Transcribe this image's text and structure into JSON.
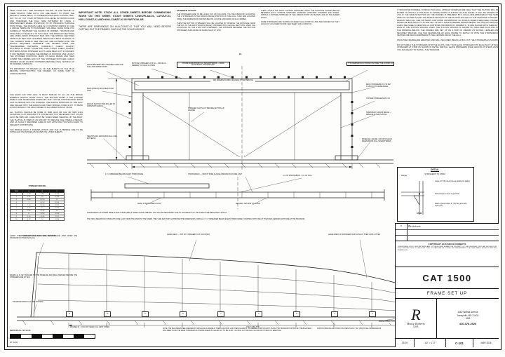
{
  "top_notes": {
    "col1": "KEEP YOUR FULL SIZE PATTERNS ROLLED UP AND SEALED IN THEIR PLASTIC TUBE UNTIL YOU ARE READY TO START THE PROJECT.  WHEN READY TO COMMENCE BUILDING CHOOSE A DRY DAY TO LAY OUT YOUR PATTERNS ON A LEVEL PLYWOOD FLOOR AND TRANSFER THE FULL SIZE PATTERNS BY USING A DRESSMAKERS WHEEL (PLYWOOD) OR BY PUNCHING THROUGH ONTO STEEL.  THE RADIUS CHINE IS A CONSTANT RADIUS SO USE A CIRCLE TEMPLATE TO TRANSFER THIS AREA.  MAKE SURE YOU CAREFULLY TRANSFER THE SHAPES OF FRAMES, TRANSOM AND STEM AND CUT EXACTLY TO THE LINES.  THE STRAIGHT SECTIONS ARE MADE FROM STRAIGHT BAR AND THE RADIUS SECTIONS FROM FLAT BAR THAT HAS BEEN PREVIOUSLY BENT ON EDGE TO THE CORRECT RADIUS.  SEE THE FULL SIZE PATTERNS FOR THE RADIUS REQUIRED.  ASSEMBLE THE FRAMES OVER THE TRANSFERRED PATTERNS, CAREFULLY CHECK AGAINST PATTERNS AT EVERY STAGE AND GIVE A FINAL CHECK AGAINST PATTERNS AFTER STRINGER SLOTS HAVE BEEN CUT IN FRAMES.  IT MAY BE BEST TO MAKE THE FRAMES IN POSITION AND LAYOUT THE STRINGER POSITIONS, MARK ON EACH FRAME AND THEN LOWER THE FRAMES AND CUT THE STRINGER NOTCHES.  CHECK FRAMES AGAIN AGAINST PATTERNS BEFORE FINAL SETTING UP OF FRAMES, STEM ETC.",
    "col1b": "ITS IMPORTANT TO REVIEW ALL OF THE SHEETS OF THE PLAN BEFORE CONSTRUCTING THE FRAMES, AS SOME VARY IN CONFIGURATION.",
    "col2_title": "IMPORTANT NOTE: STUDY ALL OTHER SHEETS BEFORE COMMENCING WORK ON THIS SHEET.  STUDY SHEETS LINES/PLAN-01, LAYOUT-01, HULLCONST-01 AND HULLCONST-02 IN PARTICULAR.",
    "col2_body": "THERE ARE DIMENSIONS ON HULLCONST-01 THAT YOU WILL NEED BEFORE CUTTING OUT THE FRAMES, SUCH AS THE SCALE HEIGHT.",
    "col3_title": "STRINGER LAYOUT:",
    "col3_p1": "THE STRINGERS ARE TO BE LAYED OUT AS FOLLOWS.  YOU WILL BEGIN BY LOCATING THE 2 STRINGERS IN THE RADIUS (BILGE) PORTION OF THE HULL.  THEY ARE LOCATED USING THE DIMENSIONS SHOWN BELOW.  LOCATE AND MARK ON ALL FRAMES.",
    "col3_p2": "THEN THE BOTTOM STRINGERS WILL BE LOCATED BY DIVIDING THE DISTANCE FROM THE CVL TO THE FIRST RADIUS (BILGE) STRINGER INTO 4 EQUAL SECTIONS.  MARK THE LOCATIONS OF THE 3 BOTTOM STRINGERS.  THE DISTANCE BETWEEN THE BOTTOM STRINGERS SHOULD BE NO MORE THAN 10\" (254).",
    "col4_p1": "THEN LOCATE THE FIRST TOPSIDE STRINGER USING THE DISTANCE SHOWN BELOW BETWEEN EACH TOPSIDE STRINGER, WORKING UPWARDS TOWARDS THE SHEER.  INSTALL A TOPSIDE STRINGER AT THE RADIUS POINT AS SHOWN, AND AT THE SHEER POINT.",
    "col4_p2": "SOME STRINGERS ARE SHOWN ON SHEET HULLCONST-01 AND ARE SPACED SO THEY ALSO ACT AS A DEEP FLOOR, SEE SHEET HULLCONST-02.",
    "col5": "IT WOULD BE POSSIBLE TO BUILD THIS HULL UPRIGHT HOWEVER WE FEEL THAT THE PLATING WILL BE EASIER TO INSTALL IF THE BOAT IS UPSIDE DOWN AS SHOWN ON THIS SHEET.  IT WILL BE EASIER FOR YOU IF THE RADIUS SECTION OF THE FRAMES IS PRE-BENT BY A LOCAL BOILERMAKER AT THE SAME TIME AS YOU ARE HAVING THE RADIUS SECTION OF THE PLATING ROLLED TO THE SPECIFIED CONSTANT RADIUS.  SEE FULL SIZE PATTERNS FOR MORE INFORMATION ON RADIUS PANELS REQUIRED.  FRAMES FROM THE BOW BACK TO #2 ARE SET UP WITH THEIR FORWARD EDGES BEHIND THE STATION SPACING LINES, SEE SHEET LINES/PLAN-01 FOR MORE INFORMATION.  FRAMES 3 - 11 ARE PLACED WITH THEIR AFT FACE AT THE STATION SPACING LINES.  THE STATION SPACING IS SHOWN ON THE LINES PLAN AND ON THE DRAWING BELOW.  THE FRAMES ARE SET UP ON A PAIR OF I-BEAMS AS SHOWN, LEVELED AND SECURELY BRACED.  USE THE CENTERLINE OF EACH FRAME TO MATCH UP WITH THE STRONGBACK CENTERLINE WHICH REPRESENTS THE CENTERLINE OF THE HULL.",
    "col5b": "ONCE THE FRAMES ARE ERECTED AND WELL SECURED, BEGIN LAYING OUT THE STRINGERS AS SHOWN.",
    "col5c": "DO NOT WELD THE STRINGERS INTO THE SLOTS, ONLY TACK EACH STRINGER INTO EACH SLOT.  ATTACH STRINGERS AT STEM AS SHOWN IN DETAIL SKETCH.  LEAVE STRINGERS OVER LENGTH AT STERN UNTIL YOU ARE READY TO INSTALL THE TRANSOM."
  },
  "left_notes": {
    "p1": "THE EURO CAT 1500 HULL IS BUILT SIMILAR TO ALL OF THE BRUCE ROBERTS RADIUS CHINE HULLS.  THE BOTTOM PANEL & THE TOPSIDE PANELS ARE DEVELOPED SURFACES AND CAN BE CONSTRUCTED FROM FLAT ALUMINUM WITH NO FORMING.  THE RADIUS PORTIONS OF THE HULL ARE ROLLED INTO THE RADIUS AND THEN SPRUNG FORE & AFT TO BEND LONGITUDINALLY, OR ARE FORMED IN ALL DIRECTIONS AT ONCE.",
    "p2": "ALL PLATING SHOULD BE DONE IN 5086 H116 OR H32 OR 5083 H321 ALUMINUM.  FLAT BARS AND T'S CAN BE 6061 T6 IF NECESSARY BUT COULD ALSO BE 5086 H32.  CARE MUST BE TAKEN WHEN WELDING UP THE BOAT.  THE PLATING IS USED IN AN EFFORT TO REDUCE THE OVERALL WEIGHT, AND AS SUCH IT REQUIRES CARE IN NOT APPLYING TOO MUCH HEAT TO PREVENT DISTORTIONS.",
    "p3": "THE BRIDGE DECK & FRAMES WITHIN AND THE FLYBRIDGE ARE TO BE INSTALLED ON FRAMES AS SHOWN ON LATER SHEETS."
  },
  "stringer_table": {
    "title": "STRINGER SPACING",
    "headers": [
      "FRM",
      "A",
      "B",
      "C"
    ],
    "rows": [
      [
        "1",
        "6 1/4",
        "9 3/4",
        "12 1/2"
      ],
      [
        "2",
        "6 1/2",
        "10",
        "12 3/4"
      ],
      [
        "3",
        "6 3/4",
        "10 1/4",
        "13"
      ],
      [
        "4",
        "7",
        "10 1/2",
        "13 1/4"
      ],
      [
        "5",
        "7 1/4",
        "10 3/4",
        "13 1/2"
      ],
      [
        "6",
        "7 1/2",
        "11",
        "13 3/4"
      ],
      [
        "7",
        "7 3/4",
        "11 1/4",
        "14"
      ],
      [
        "8",
        "8",
        "11 1/2",
        "14 1/4"
      ],
      [
        "9",
        "8 1/4",
        "11 3/4",
        "14 1/2"
      ],
      [
        "10",
        "8 1/2",
        "12",
        "14 3/4"
      ]
    ]
  },
  "frame_view": {
    "callouts": [
      "SPACE BETWEEN B5 STRINGERS USED FOR FUEL AND WATER TANKS",
      "BOTTOM STRINGERS 25 X 50 — MOVE AS NEEDED TO CLEAR FLOORS",
      "FRAME MADE FROM FULL SIZE PATTERNS — MAKE BULKHEADS THE SAME WAY",
      "THIS DIMENSION IS SHOWN ON SHEET HULLCONST-01",
      "MAIN (RADIUS) BULKHEAD JOINT LINE",
      "RADIUS SECTION PRE-ROLLED TO CONSTANT RADIUS",
      "STRINGER SLOTS CUT BEFORE SETTING UP FRAMES",
      "DECK STRINGERS 25 X 50 SET FLUSH WITH FRAME EDGE",
      "TOPSIDE STRINGERS 25 X 50",
      "TEMPORARY CROSS BRACE — REMOVE AFTER PLATING",
      "HEIGHTS OFF GRID FROM FULL SIZE PATTERNS",
      "BASELINE / GRADE / DATUM LINE ON FRAME FROM FULL SIZE PATTERNS",
      "CL",
      "SET FRAMES PLUMB & SQUARE TO CENTERLINE"
    ]
  },
  "strongback_view": {
    "callouts": [
      "4 X 4 SPREADER BEAMS EVERY THIRD FRAME",
      "STRONGBACK — (MIN) 8\" WIDE FLANGE I-BEAMS RUN FORE & AFT",
      "LEVEL IN BOTH DIRECTIONS",
      "SECURE / ANCHOR TO FLOOR",
      "CL OF STRONGBACK = CL OF HULL"
    ],
    "note1": "STRONGBACK AS SHOWN HERE IS BUILT FROM (MIN) 8\" WIDE FLANGE I-BEAMS.  THIS WILL BE NECESSARY DUE TO THE WEIGHT OF THE STRUCTURE BEING BUILT ATOP IT.",
    "note2": "THE TWO I-BEAMS RUN STRAIGHT FORE & AFT FROM THE STEM TO THE STERN.  THEY ARE SET PORT & STBD PER THE DIMENSIONS.  INSTALL 4\" X 4\" SPREADER BEAMS EVERY THIRD FRAME, STARTING WITH ONE AT THE STEM & ENDING WITH ONE AT THE TRANSOM."
  },
  "profile_view": {
    "callouts": [
      "AFT CABIN STRINGERS DOVETAIL AS SHOWN",
      "LEVEL DECK — TOP OF STRINGERS CUT AS SHOWN",
      "LEAVE ENDS OF STRINGERS RUN LONG AT STEM UNTIL FITTED",
      "STEM FROM FULL SIZE PATTERN",
      "TRANSOM FROM FULL SIZE PATTERN",
      "FRAMES #1 - 6 DO NOT NEED FULL VENT HOLES",
      "GUSSET HULL TO STEM BACK TO FRAME 4",
      "17 3/4\" (450) TYP",
      "STATION SPACING AS SHOWN ON LINES PLAN 17 3/4\" (450) ON ALL FRAME DECKS"
    ],
    "left_note1": "CARRY THE STRINGERS AFT PAST THE TRANSOM AND TRIM AFTER THE TRANSOM IS FITTED IN PLACE.",
    "left_note2": "FRAME 11 IS SET SQUARE TO THE BASELINE AND WELL BRACED BEFORE THE STRINGERS ARE FITTED.",
    "stations": [
      "11",
      "10",
      "9",
      "8",
      "7",
      "6",
      "5",
      "4",
      "3",
      "2",
      "1"
    ]
  },
  "detail": {
    "title": "DETAIL",
    "subtitle": "STRINGERS TO STEM",
    "labels": [
      "Stringer",
      "Leave 1/4\" (6) proud to keep landing for plating",
      "Weld stringer to stem & grind fair",
      "Make a gusset about 3\" (75) long and weld clean joint",
      "STEM"
    ]
  },
  "bottom_note": "NOTE: THE BULKHEADS ARE CHECKED BY INSTALLING A FRAME AT THEIR LOCATION, AND THEN FILLING IN THE NEEDED PORTION WITH PLATE.  THE TRANSOM PORTION OF THE BULKHEAD WILL NEED TO BE THE SAME THICKNESS AS THE BULKHEAD IS CALLED OUT TO BE.  ALSO, YOU WILL NOT INSTALL A FLOOR OR IT PRIOR TO ERECTING.",
  "scale_bar": {
    "title": "IMPERIAL SCALE",
    "ticks": [
      "0",
      "6",
      "12",
      "18",
      "24",
      "30",
      "36",
      "42",
      "48"
    ],
    "caption": "48\" (1219)"
  },
  "title_block": {
    "rev_hash": "#",
    "rev_title": "Revisions",
    "copyright": "COPYRIGHT 2016  BRUCE ROBERTS",
    "license": "THESE PLANS & FULL SIZE PATTERNS ARE COPYRIGHT AND REMAIN THE PROPERTY OF THE DESIGNER.  THEY MAY BE USED FOR THE CONSTRUCTION OF ONE BOAT ONLY.  NO PART MAY BE COPIED OR TRANSFERRED TO A THIRD PARTY WITHOUT WRITTEN PERMISSION.",
    "boat": "CAT 1500",
    "drawing_title": "FRAME SET UP",
    "logo_letter": "R",
    "logo_name": "Bruce Roberts",
    "logo_sub": "USA",
    "address1": "1362 Walnut Avenue",
    "address2": "Annapolis, MD 21403",
    "address3": "USA",
    "phone": "410.376.2526",
    "job_value": "15-09",
    "scale_value": "1/2\" = 1'-0\"",
    "dwg_value": "C-101",
    "date_value": "MAR 2016"
  }
}
